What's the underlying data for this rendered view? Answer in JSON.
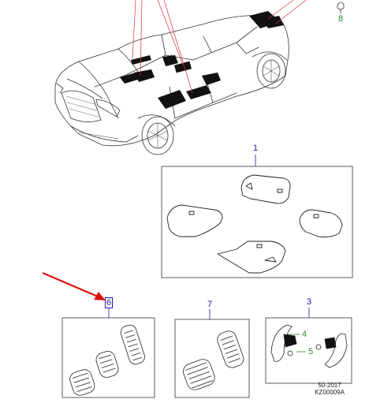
{
  "callouts": {
    "c1": "1",
    "c3": "3",
    "c4": "4",
    "c5": "5",
    "c6": "6",
    "c7": "7",
    "c8": "8"
  },
  "reference": {
    "date_code": "50-2017",
    "drawing_id": "KZ00009A"
  },
  "colors": {
    "callout_blue": "#1a1aa8",
    "callout_green": "#2a8a2a",
    "leader_red": "#e0303a",
    "pointer_arrow": "#e01010"
  },
  "icons": {
    "pointer": "red-arrow-icon",
    "fastener": "clip-icon"
  }
}
